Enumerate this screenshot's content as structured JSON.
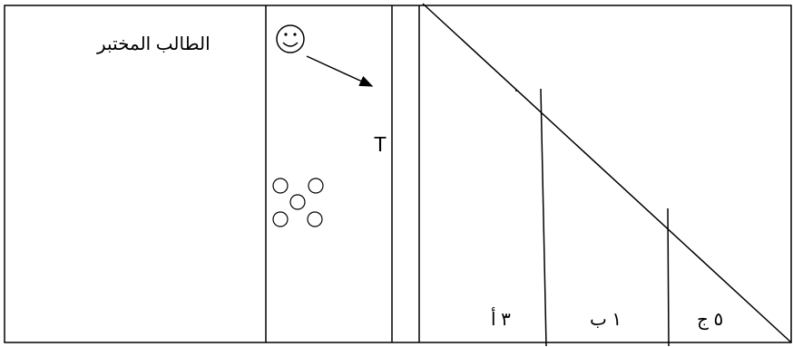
{
  "labels": {
    "student": "الطالب المختبر",
    "t_marker": "T"
  },
  "zones": [
    {
      "id": "a",
      "label": "٣ أ"
    },
    {
      "id": "b",
      "label": "١ ب"
    },
    {
      "id": "c",
      "label": "٥ ج"
    }
  ],
  "icons": {
    "student": "smiley-face-icon",
    "arrow": "arrow-icon",
    "players": "circle-icon"
  },
  "colors": {
    "ink": "#000000",
    "background": "#ffffff"
  }
}
